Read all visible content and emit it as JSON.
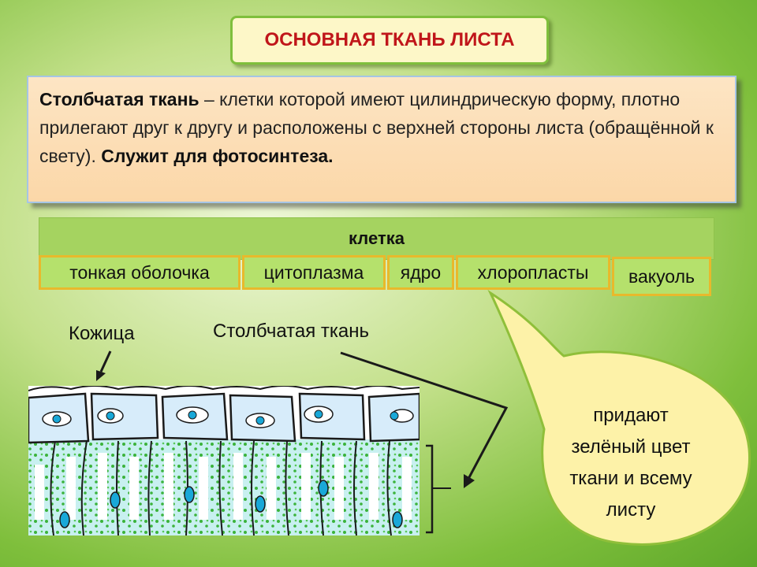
{
  "title": "ОСНОВНАЯ ТКАНЬ ЛИСТА",
  "definition": {
    "term": "Столбчатая ткань",
    "text": " – клетки которой имеют цилиндрическую форму, плотно прилегают друг к другу и расположены с верхней стороны листа (обращённой к свету). ",
    "function": "Служит для фотосинтеза."
  },
  "cell": {
    "header": "клетка",
    "parts": [
      "тонкая оболочка",
      "цитоплазма",
      "ядро",
      "хлоропласты",
      "вакуоль"
    ]
  },
  "labels": {
    "skin": "Кожица",
    "palisade": "Столбчатая ткань"
  },
  "bubble": {
    "line1": "придают",
    "line2": "зелёный цвет",
    "line3": "ткани и всему",
    "line4": "листу"
  },
  "colors": {
    "title_text": "#c0161a",
    "panel_green": "#a5d360",
    "part_border": "#e8b92c",
    "bubble_fill": "#fdf2a8"
  }
}
